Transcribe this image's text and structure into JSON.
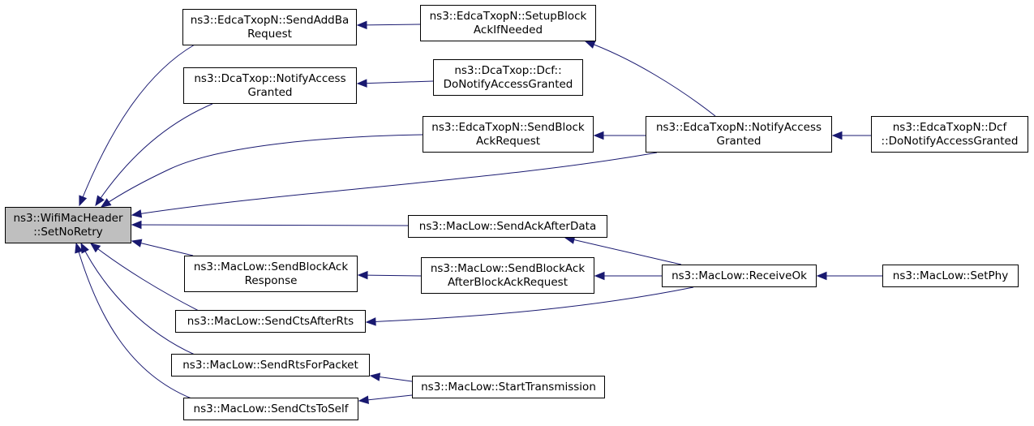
{
  "graph": {
    "root": "n0",
    "colors": {
      "edge": "#191970",
      "node_border": "#000000",
      "node_fill": "#ffffff",
      "root_fill": "#bfbfbf"
    },
    "nodes": [
      {
        "id": "n0",
        "lines": [
          "ns3::WifiMacHeader",
          "::SetNoRetry"
        ]
      },
      {
        "id": "n1",
        "lines": [
          "ns3::EdcaTxopN::SendAddBa",
          "Request"
        ]
      },
      {
        "id": "n2",
        "lines": [
          "ns3::EdcaTxopN::SetupBlock",
          "AckIfNeeded"
        ]
      },
      {
        "id": "n3",
        "lines": [
          "ns3::DcaTxop::NotifyAccess",
          "Granted"
        ]
      },
      {
        "id": "n4",
        "lines": [
          "ns3::DcaTxop::Dcf::",
          "DoNotifyAccessGranted"
        ]
      },
      {
        "id": "n5",
        "lines": [
          "ns3::EdcaTxopN::SendBlock",
          "AckRequest"
        ]
      },
      {
        "id": "n6",
        "lines": [
          "ns3::EdcaTxopN::NotifyAccess",
          "Granted"
        ]
      },
      {
        "id": "n7",
        "lines": [
          "ns3::EdcaTxopN::Dcf",
          "::DoNotifyAccessGranted"
        ]
      },
      {
        "id": "n8",
        "lines": [
          "ns3::MacLow::SendAckAfterData"
        ]
      },
      {
        "id": "n9",
        "lines": [
          "ns3::MacLow::SendBlockAck",
          "Response"
        ]
      },
      {
        "id": "n10",
        "lines": [
          "ns3::MacLow::SendBlockAck",
          "AfterBlockAckRequest"
        ]
      },
      {
        "id": "n11",
        "lines": [
          "ns3::MacLow::ReceiveOk"
        ]
      },
      {
        "id": "n12",
        "lines": [
          "ns3::MacLow::SetPhy"
        ]
      },
      {
        "id": "n13",
        "lines": [
          "ns3::MacLow::SendCtsAfterRts"
        ]
      },
      {
        "id": "n14",
        "lines": [
          "ns3::MacLow::SendRtsForPacket"
        ]
      },
      {
        "id": "n15",
        "lines": [
          "ns3::MacLow::StartTransmission"
        ]
      },
      {
        "id": "n16",
        "lines": [
          "ns3::MacLow::SendCtsToSelf"
        ]
      }
    ],
    "edges": [
      {
        "from": "n1",
        "to": "n0"
      },
      {
        "from": "n2",
        "to": "n1"
      },
      {
        "from": "n6",
        "to": "n2"
      },
      {
        "from": "n3",
        "to": "n0"
      },
      {
        "from": "n4",
        "to": "n3"
      },
      {
        "from": "n5",
        "to": "n0"
      },
      {
        "from": "n6",
        "to": "n5"
      },
      {
        "from": "n6",
        "to": "n0"
      },
      {
        "from": "n7",
        "to": "n6"
      },
      {
        "from": "n8",
        "to": "n0"
      },
      {
        "from": "n11",
        "to": "n8"
      },
      {
        "from": "n9",
        "to": "n0"
      },
      {
        "from": "n10",
        "to": "n9"
      },
      {
        "from": "n11",
        "to": "n10"
      },
      {
        "from": "n12",
        "to": "n11"
      },
      {
        "from": "n13",
        "to": "n0"
      },
      {
        "from": "n11",
        "to": "n13"
      },
      {
        "from": "n14",
        "to": "n0"
      },
      {
        "from": "n15",
        "to": "n14"
      },
      {
        "from": "n16",
        "to": "n0"
      },
      {
        "from": "n15",
        "to": "n16"
      }
    ]
  }
}
